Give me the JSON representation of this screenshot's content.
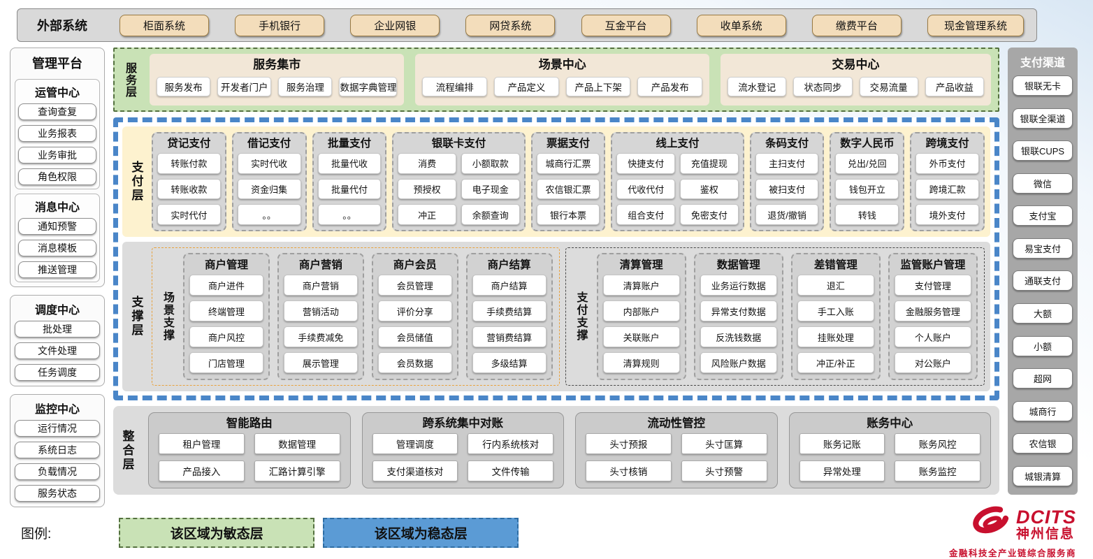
{
  "colors": {
    "agile_green": "#c9e2b6",
    "stable_blue": "#5b9bd5",
    "stable_border": "#4a86c8",
    "payment_band_yellow": "#fdf2cf",
    "external_button_wheat": "#f3ddbb",
    "panel_gray": "#d9d9d9",
    "brand_red": "#c8102e"
  },
  "external_systems": {
    "label": "外部系统",
    "items": [
      "柜面系统",
      "手机银行",
      "企业网银",
      "网贷系统",
      "互金平台",
      "收单系统",
      "缴费平台",
      "现金管理系统"
    ]
  },
  "management_platform": {
    "title": "管理平台",
    "groups": [
      {
        "title": "运管中心",
        "items": [
          "查询查复",
          "业务报表",
          "业务审批",
          "角色权限"
        ]
      },
      {
        "title": "消息中心",
        "items": [
          "通知预警",
          "消息模板",
          "推送管理"
        ]
      },
      {
        "title": "调度中心",
        "items": [
          "批处理",
          "文件处理",
          "任务调度"
        ]
      },
      {
        "title": "监控中心",
        "items": [
          "运行情况",
          "系统日志",
          "负载情况",
          "服务状态"
        ]
      }
    ]
  },
  "service_layer": {
    "label": "服务层",
    "groups": [
      {
        "title": "服务集市",
        "items": [
          "服务发布",
          "开发者门户",
          "服务治理",
          "数据字典管理"
        ]
      },
      {
        "title": "场景中心",
        "items": [
          "流程编排",
          "产品定义",
          "产品上下架",
          "产品发布"
        ]
      },
      {
        "title": "交易中心",
        "items": [
          "流水登记",
          "状态同步",
          "交易流量",
          "产品收益"
        ]
      }
    ]
  },
  "payment_layer": {
    "label": "支付层",
    "columns": [
      {
        "title": "贷记支付",
        "items": [
          "转账付款",
          "转账收款",
          "实时代付"
        ]
      },
      {
        "title": "借记支付",
        "items": [
          "实时代收",
          "资金归集",
          "。。"
        ]
      },
      {
        "title": "批量支付",
        "items": [
          "批量代收",
          "批量代付",
          "。。"
        ]
      },
      {
        "title": "银联卡支付",
        "items": [
          "消费",
          "小额取款",
          "预授权",
          "电子现金",
          "冲正",
          "余额查询"
        ]
      },
      {
        "title": "票据支付",
        "items": [
          "城商行汇票",
          "农信银汇票",
          "银行本票"
        ]
      },
      {
        "title": "线上支付",
        "items": [
          "快捷支付",
          "充值提现",
          "代收代付",
          "鉴权",
          "组合支付",
          "免密支付"
        ]
      },
      {
        "title": "条码支付",
        "items": [
          "主扫支付",
          "被扫支付",
          "退货/撤销"
        ]
      },
      {
        "title": "数字人民币",
        "items": [
          "兑出/兑回",
          "钱包开立",
          "转钱"
        ]
      },
      {
        "title": "跨境支付",
        "items": [
          "外币支付",
          "跨境汇款",
          "境外支付"
        ]
      }
    ]
  },
  "support_layer": {
    "label": "支撑层",
    "sections": [
      {
        "label": "场景支撑",
        "columns": [
          {
            "title": "商户管理",
            "items": [
              "商户进件",
              "终端管理",
              "商户风控",
              "门店管理"
            ]
          },
          {
            "title": "商户营销",
            "items": [
              "商户营销",
              "营销活动",
              "手续费减免",
              "展示管理"
            ]
          },
          {
            "title": "商户会员",
            "items": [
              "会员管理",
              "评价分享",
              "会员储值",
              "会员数据"
            ]
          },
          {
            "title": "商户结算",
            "items": [
              "商户结算",
              "手续费结算",
              "营销费结算",
              "多级结算"
            ]
          }
        ]
      },
      {
        "label": "支付支撑",
        "columns": [
          {
            "title": "清算管理",
            "items": [
              "清算账户",
              "内部账户",
              "关联账户",
              "清算规则"
            ]
          },
          {
            "title": "数据管理",
            "items": [
              "业务运行数据",
              "异常支付数据",
              "反洗钱数据",
              "风险账户数据"
            ]
          },
          {
            "title": "差错管理",
            "items": [
              "退汇",
              "手工入账",
              "挂账处理",
              "冲正/补正"
            ]
          },
          {
            "title": "监管账户管理",
            "items": [
              "支付管理",
              "金融服务管理",
              "个人账户",
              "对公账户"
            ]
          }
        ]
      }
    ]
  },
  "integration_layer": {
    "label": "整合层",
    "panels": [
      {
        "title": "智能路由",
        "items": [
          "租户管理",
          "数据管理",
          "产品接入",
          "汇路计算引擎"
        ]
      },
      {
        "title": "跨系统集中对账",
        "items": [
          "管理调度",
          "行内系统核对",
          "支付渠道核对",
          "文件传输"
        ]
      },
      {
        "title": "流动性管控",
        "items": [
          "头寸预报",
          "头寸匡算",
          "头寸核销",
          "头寸预警"
        ]
      },
      {
        "title": "账务中心",
        "items": [
          "账务记账",
          "账务风控",
          "异常处理",
          "账务监控"
        ]
      }
    ]
  },
  "payment_channels": {
    "title": "支付渠道",
    "items": [
      "银联无卡",
      "银联全渠道",
      "银联CUPS",
      "微信",
      "支付宝",
      "易宝支付",
      "通联支付",
      "大额",
      "小额",
      "超网",
      "城商行",
      "农信银",
      "城银清算"
    ]
  },
  "legend": {
    "label": "图例:",
    "agile": "该区域为敏态层",
    "stable": "该区域为稳态层"
  },
  "logo": {
    "brand": "DCITS",
    "name": "神州信息",
    "tagline": "金融科技全产业链综合服务商"
  }
}
